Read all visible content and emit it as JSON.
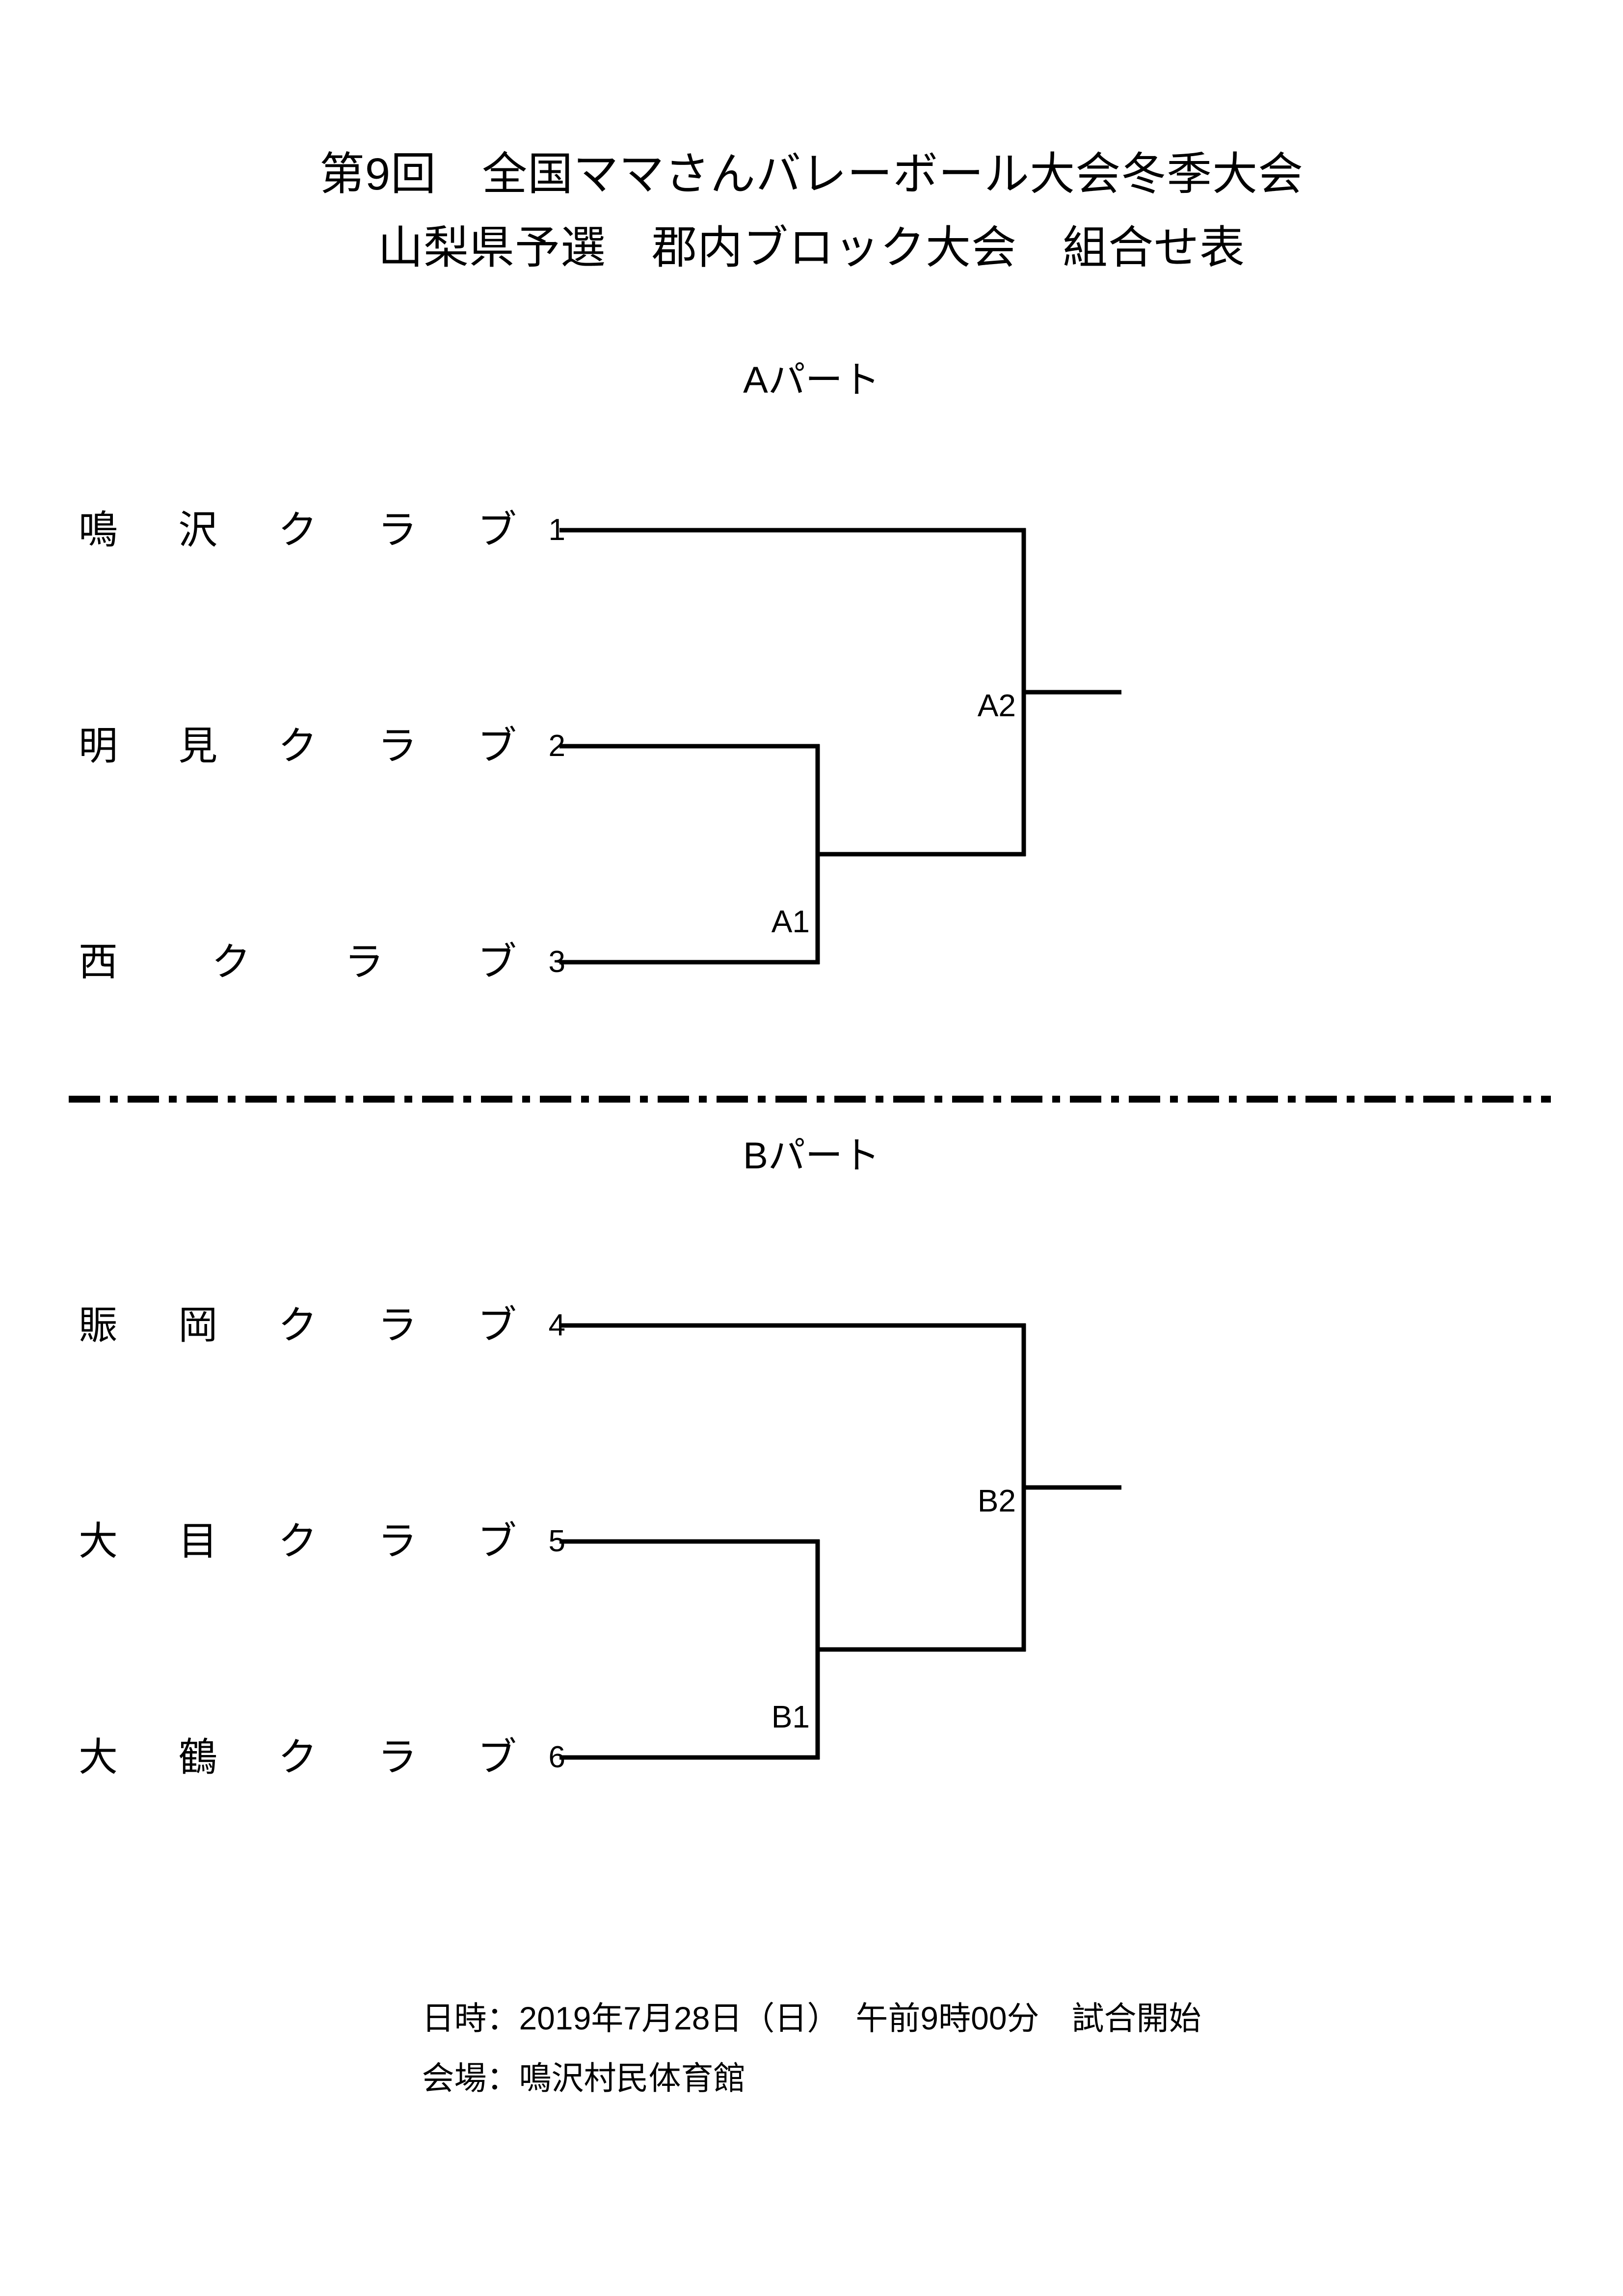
{
  "document": {
    "title_lines": [
      "第9回　全国ママさんバレーボール大会冬季大会",
      "山梨県予選　郡内ブロック大会　組合せ表"
    ]
  },
  "parts": [
    {
      "heading": "Aパート",
      "teams": [
        {
          "name": "鳴沢クラブ",
          "chars": "鳴沢クラブ",
          "seed": "1"
        },
        {
          "name": "明見クラブ",
          "chars": "明見クラブ",
          "seed": "2"
        },
        {
          "name": "西クラブ",
          "chars": "西クラブ",
          "seed": "3"
        }
      ],
      "matches": [
        {
          "label": "A1",
          "teams": [
            "2",
            "3"
          ]
        },
        {
          "label": "A2",
          "teams": [
            "1",
            "A1"
          ]
        }
      ]
    },
    {
      "heading": "Bパート",
      "teams": [
        {
          "name": "賑岡クラブ",
          "chars": "賑岡クラブ",
          "seed": "4"
        },
        {
          "name": "大目クラブ",
          "chars": "大目クラブ",
          "seed": "5"
        },
        {
          "name": "大鶴クラブ",
          "chars": "大鶴クラブ",
          "seed": "6"
        }
      ],
      "matches": [
        {
          "label": "B1",
          "teams": [
            "5",
            "6"
          ]
        },
        {
          "label": "B2",
          "teams": [
            "4",
            "B1"
          ]
        }
      ]
    }
  ],
  "footer": {
    "datetime_line": "日時：2019年7月28日（日）　午前9時00分　試合開始",
    "venue_line": "会場：鳴沢村民体育館"
  },
  "style": {
    "line_color": "#000000",
    "text_color": "#000000",
    "background": "#ffffff"
  }
}
